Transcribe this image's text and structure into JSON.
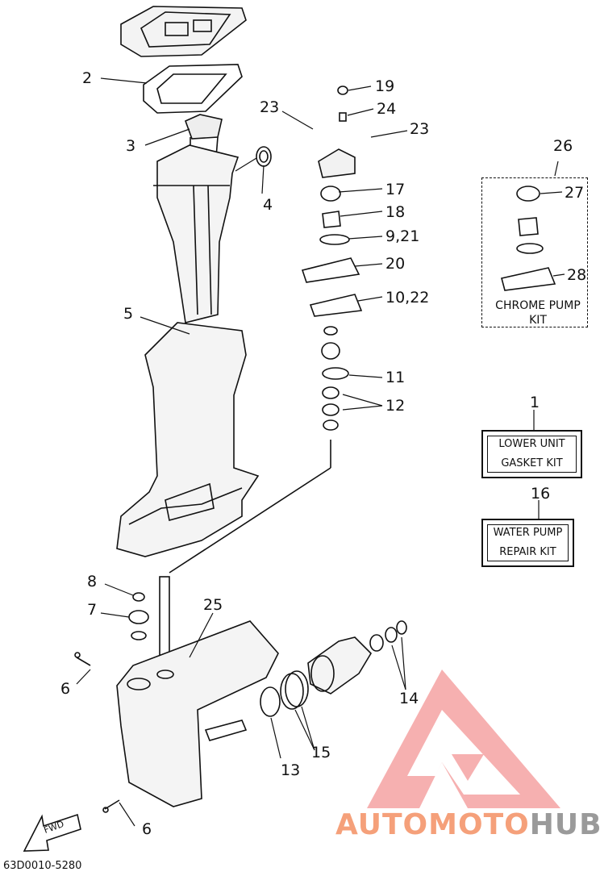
{
  "callouts": {
    "n1": "1",
    "n2": "2",
    "n3": "3",
    "n4": "4",
    "n5": "5",
    "n6a": "6",
    "n6b": "6",
    "n7": "7",
    "n8": "8",
    "n9_21": "9,21",
    "n10_22": "10,22",
    "n11": "11",
    "n12": "12",
    "n13": "13",
    "n14": "14",
    "n15": "15",
    "n16": "16",
    "n17": "17",
    "n18": "18",
    "n19": "19",
    "n20": "20",
    "n23a": "23",
    "n23b": "23",
    "n24": "24",
    "n25": "25",
    "n26": "26",
    "n27": "27",
    "n28": "28"
  },
  "kits": {
    "lower_unit": {
      "line1": "LOWER UNIT",
      "line2": "GASKET KIT"
    },
    "water_pump": {
      "line1": "WATER PUMP",
      "line2": "REPAIR KIT"
    },
    "chrome_pump": {
      "line1": "CHROME PUMP",
      "line2": "KIT"
    }
  },
  "fwd_label": "FWD",
  "diagram_code": "63D0010-5280",
  "watermark": {
    "part1": "AUTOMOTO",
    "part2": "HUB"
  },
  "colors": {
    "line": "#111111",
    "watermark_red": "#f4a1a0",
    "watermark_orange": "#f5a07a",
    "watermark_gray": "#9a9a9a"
  }
}
